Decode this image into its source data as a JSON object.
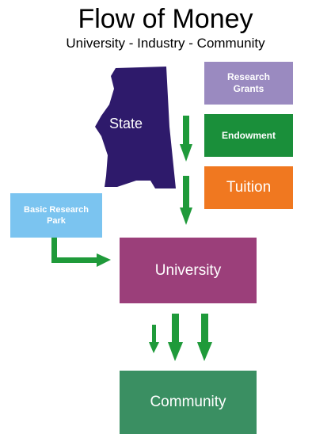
{
  "title": "Flow of Money",
  "subtitle": "University - Industry - Community",
  "nodes": {
    "state": {
      "label": "State",
      "color": "#2e1a6b"
    },
    "research_grants": {
      "label": "Research Grants",
      "color": "#9a8ac0"
    },
    "endowment": {
      "label": "Endowment",
      "color": "#1a8f3a"
    },
    "tuition": {
      "label": "Tuition",
      "color": "#f07820"
    },
    "basic_research_park": {
      "label": "Basic Research Park",
      "color": "#7bc4f0"
    },
    "university": {
      "label": "University",
      "color": "#9b3f7a"
    },
    "community": {
      "label": "Community",
      "color": "#3a8f62"
    }
  },
  "arrow_color": "#1f9a3a"
}
